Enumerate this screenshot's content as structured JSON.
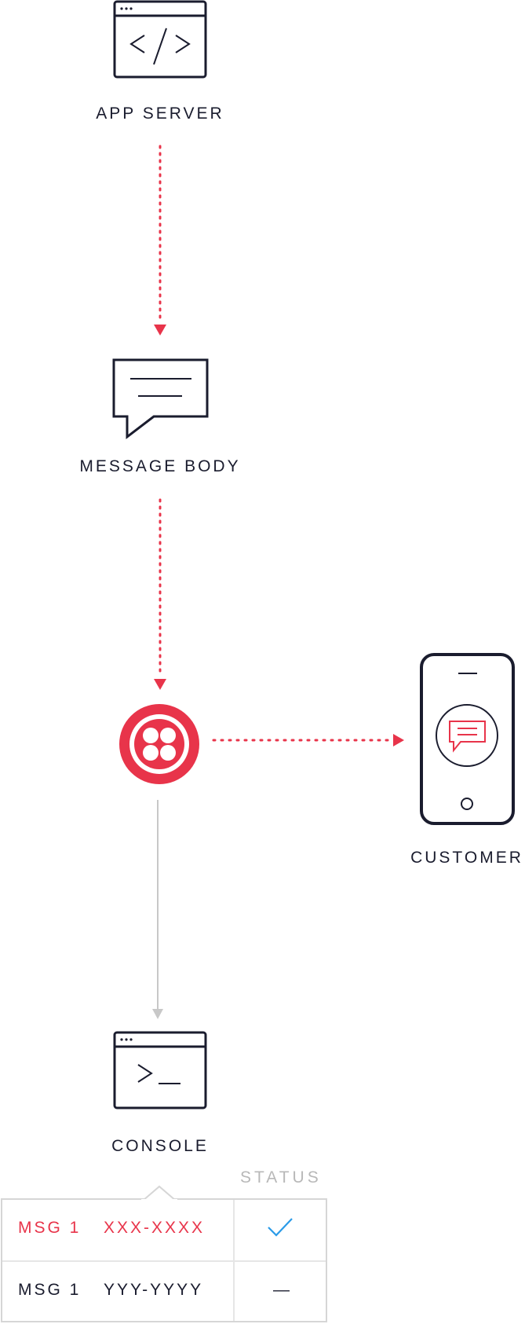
{
  "nodes": {
    "app_server": {
      "label": "APP SERVER",
      "icon": "code-window-icon"
    },
    "message_body": {
      "label": "MESSAGE BODY",
      "icon": "speech-bubble-icon"
    },
    "twilio": {
      "icon": "twilio-logo-icon"
    },
    "customer": {
      "label": "CUSTOMER",
      "icon": "smartphone-message-icon"
    },
    "console": {
      "label": "CONSOLE",
      "icon": "terminal-window-icon"
    }
  },
  "table": {
    "status_header": "STATUS",
    "rows": [
      {
        "msg": "MSG 1",
        "number": "XXX-XXXX",
        "status_icon": "checkmark-icon",
        "color": "#e8344a"
      },
      {
        "msg": "MSG 1",
        "number": "YYY-YYYY",
        "status_text": "—",
        "color": "#1a1c2e"
      }
    ]
  },
  "colors": {
    "accent": "#e8344a",
    "ink": "#1a1c2e",
    "gray_line": "#c8c8c8",
    "check": "#2b9be8"
  }
}
